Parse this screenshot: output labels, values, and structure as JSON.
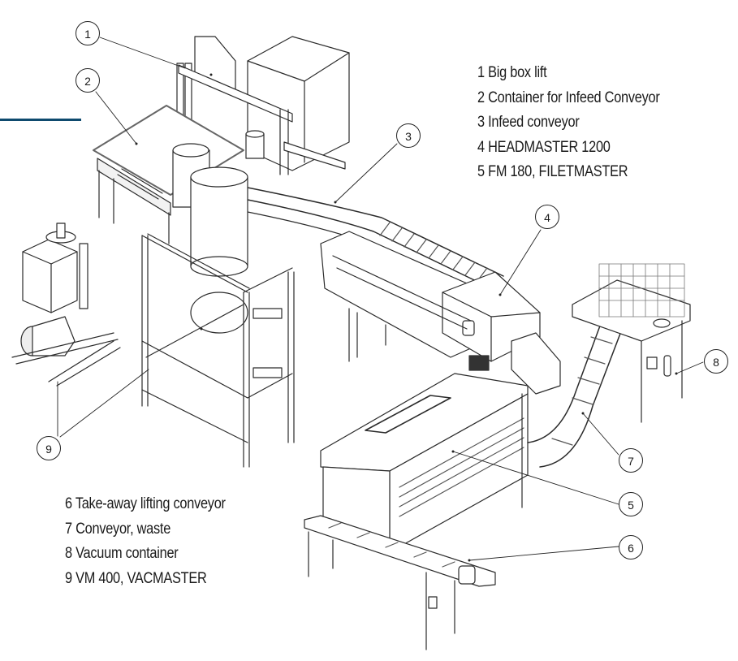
{
  "colors": {
    "accent": "#0e4a6e",
    "line": "#2b2b2b",
    "fill": "#ffffff",
    "panel": "#f2f2f2"
  },
  "legend_top": [
    "1 Big box lift",
    "2 Container for Infeed Conveyor",
    "3 Infeed conveyor",
    "4 HEADMASTER 1200",
    "5 FM 180, FILETMASTER"
  ],
  "legend_bottom": [
    "6 Take-away lifting conveyor",
    "7 Conveyor, waste",
    "8 Vacuum container",
    "9 VM 400, VACMASTER"
  ],
  "callouts": [
    "1",
    "2",
    "3",
    "4",
    "5",
    "6",
    "7",
    "8",
    "9"
  ],
  "components": [
    {
      "id": "1",
      "name": "Big box lift"
    },
    {
      "id": "2",
      "name": "Container for Infeed Conveyor"
    },
    {
      "id": "3",
      "name": "Infeed conveyor"
    },
    {
      "id": "4",
      "name": "HEADMASTER 1200"
    },
    {
      "id": "5",
      "name": "FM 180, FILETMASTER"
    },
    {
      "id": "6",
      "name": "Take-away lifting conveyor"
    },
    {
      "id": "7",
      "name": "Conveyor, waste"
    },
    {
      "id": "8",
      "name": "Vacuum container"
    },
    {
      "id": "9",
      "name": "VM 400, VACMASTER"
    }
  ]
}
